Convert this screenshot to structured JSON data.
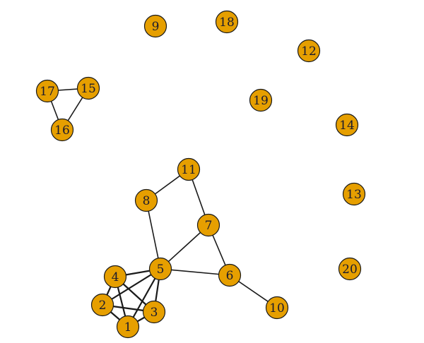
{
  "graph": {
    "node_color": "#E69F00",
    "stroke_color": "#1a1a1a",
    "nodes": [
      {
        "id": "1"
      },
      {
        "id": "2"
      },
      {
        "id": "3"
      },
      {
        "id": "4"
      },
      {
        "id": "5"
      },
      {
        "id": "6"
      },
      {
        "id": "7"
      },
      {
        "id": "8"
      },
      {
        "id": "9"
      },
      {
        "id": "10"
      },
      {
        "id": "11"
      },
      {
        "id": "12"
      },
      {
        "id": "13"
      },
      {
        "id": "14"
      },
      {
        "id": "15"
      },
      {
        "id": "16"
      },
      {
        "id": "17"
      },
      {
        "id": "18"
      },
      {
        "id": "19"
      },
      {
        "id": "20"
      }
    ],
    "edges": [
      [
        "1",
        "2"
      ],
      [
        "1",
        "3"
      ],
      [
        "1",
        "4"
      ],
      [
        "1",
        "5"
      ],
      [
        "2",
        "3"
      ],
      [
        "2",
        "4"
      ],
      [
        "2",
        "5"
      ],
      [
        "3",
        "4"
      ],
      [
        "3",
        "5"
      ],
      [
        "4",
        "5"
      ],
      [
        "5",
        "6"
      ],
      [
        "5",
        "7"
      ],
      [
        "5",
        "8"
      ],
      [
        "6",
        "7"
      ],
      [
        "6",
        "10"
      ],
      [
        "7",
        "11"
      ],
      [
        "8",
        "11"
      ],
      [
        "15",
        "16"
      ],
      [
        "15",
        "17"
      ],
      [
        "16",
        "17"
      ]
    ]
  }
}
